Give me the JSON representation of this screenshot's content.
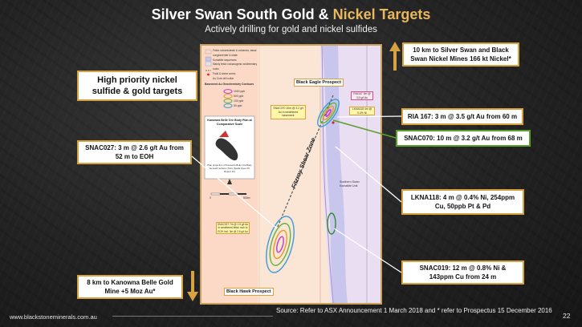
{
  "slide": {
    "title_main": "Silver Swan South Gold & ",
    "title_accent": "Nickel Targets",
    "subtitle": "Actively drilling for gold and nickel sulfides",
    "high_priority": "High priority nickel sulfide & gold targets",
    "callout_top_right": "10 km to Silver Swan and Black Swan Nickel Mines 166 kt Nickel*",
    "callout_bottom_left": "8 km to Kanowna Belle Gold Mine +5 Moz Au*",
    "snac027": "SNAC027: 3 m @ 2.6 g/t Au from 52 m to EOH",
    "ria167": "RIA 167: 3 m @ 3.5 g/t Au from 60 m",
    "snac070": "SNAC070: 10 m @ 3.2 g/t Au from 68 m",
    "lkna118": "LKNA118: 4 m @ 0.4% Ni, 254ppm Cu, 50ppb Pt & Pd",
    "snac019": "SNAC019: 12 m @ 0.8% Ni & 143ppm Cu from 24 m",
    "source": "Source: Refer to ASX Announcement 1 March 2018 and * refer to Prospectus 15 December 2016",
    "website": "www.blackstoneminerals.com.au",
    "page_number": "22"
  },
  "map": {
    "legend": [
      "Felsic volcaniclastic & volcanics, basal conglomerate & shale",
      "Komatiite sequences",
      "Mainly felsic volcanogenic sedimentary rocks",
      "Fault & shear zones",
      "Au Core drill collar"
    ],
    "contours_title": "Basement Au Geochemistry Contours",
    "contours": [
      "1000 ppb",
      "500 ppb",
      "100 ppb",
      "50 ppb"
    ],
    "inset_title": "Kanowna Belle Ore Body Plan at Comparative Scale",
    "inset_note": "Plan projection of Kanowna Belle Ore Body beneath surface (TAC) (Stella Open Pit Report 16)",
    "scale_zero": "0",
    "scale_end": "500m",
    "black_eagle": "Black Eagle Prospect",
    "black_hawk": "Black Hawk Prospect",
    "fitzroy": "Fitzroy Shear Zone",
    "komatiite_unit": "Southern Swan Komatiite Unit",
    "label_snac070": "SNAC070 10m @ 3.2 g/t Au in weathered basement",
    "label_ria167": "RIA167 3m @ 3.5 g/t Au",
    "label_lkna118": "LKNA118 4m @ 0.4% Ni",
    "label_snac027": "SNAC027 7m @ 1.5 g/t Au in weathered felsic rock to EOH incl. 3m @ 2.6 g/t Au"
  },
  "colors": {
    "accent_gold": "#e8b85c",
    "box_border": "#d8a240",
    "callout_green": "#5aa02c"
  }
}
